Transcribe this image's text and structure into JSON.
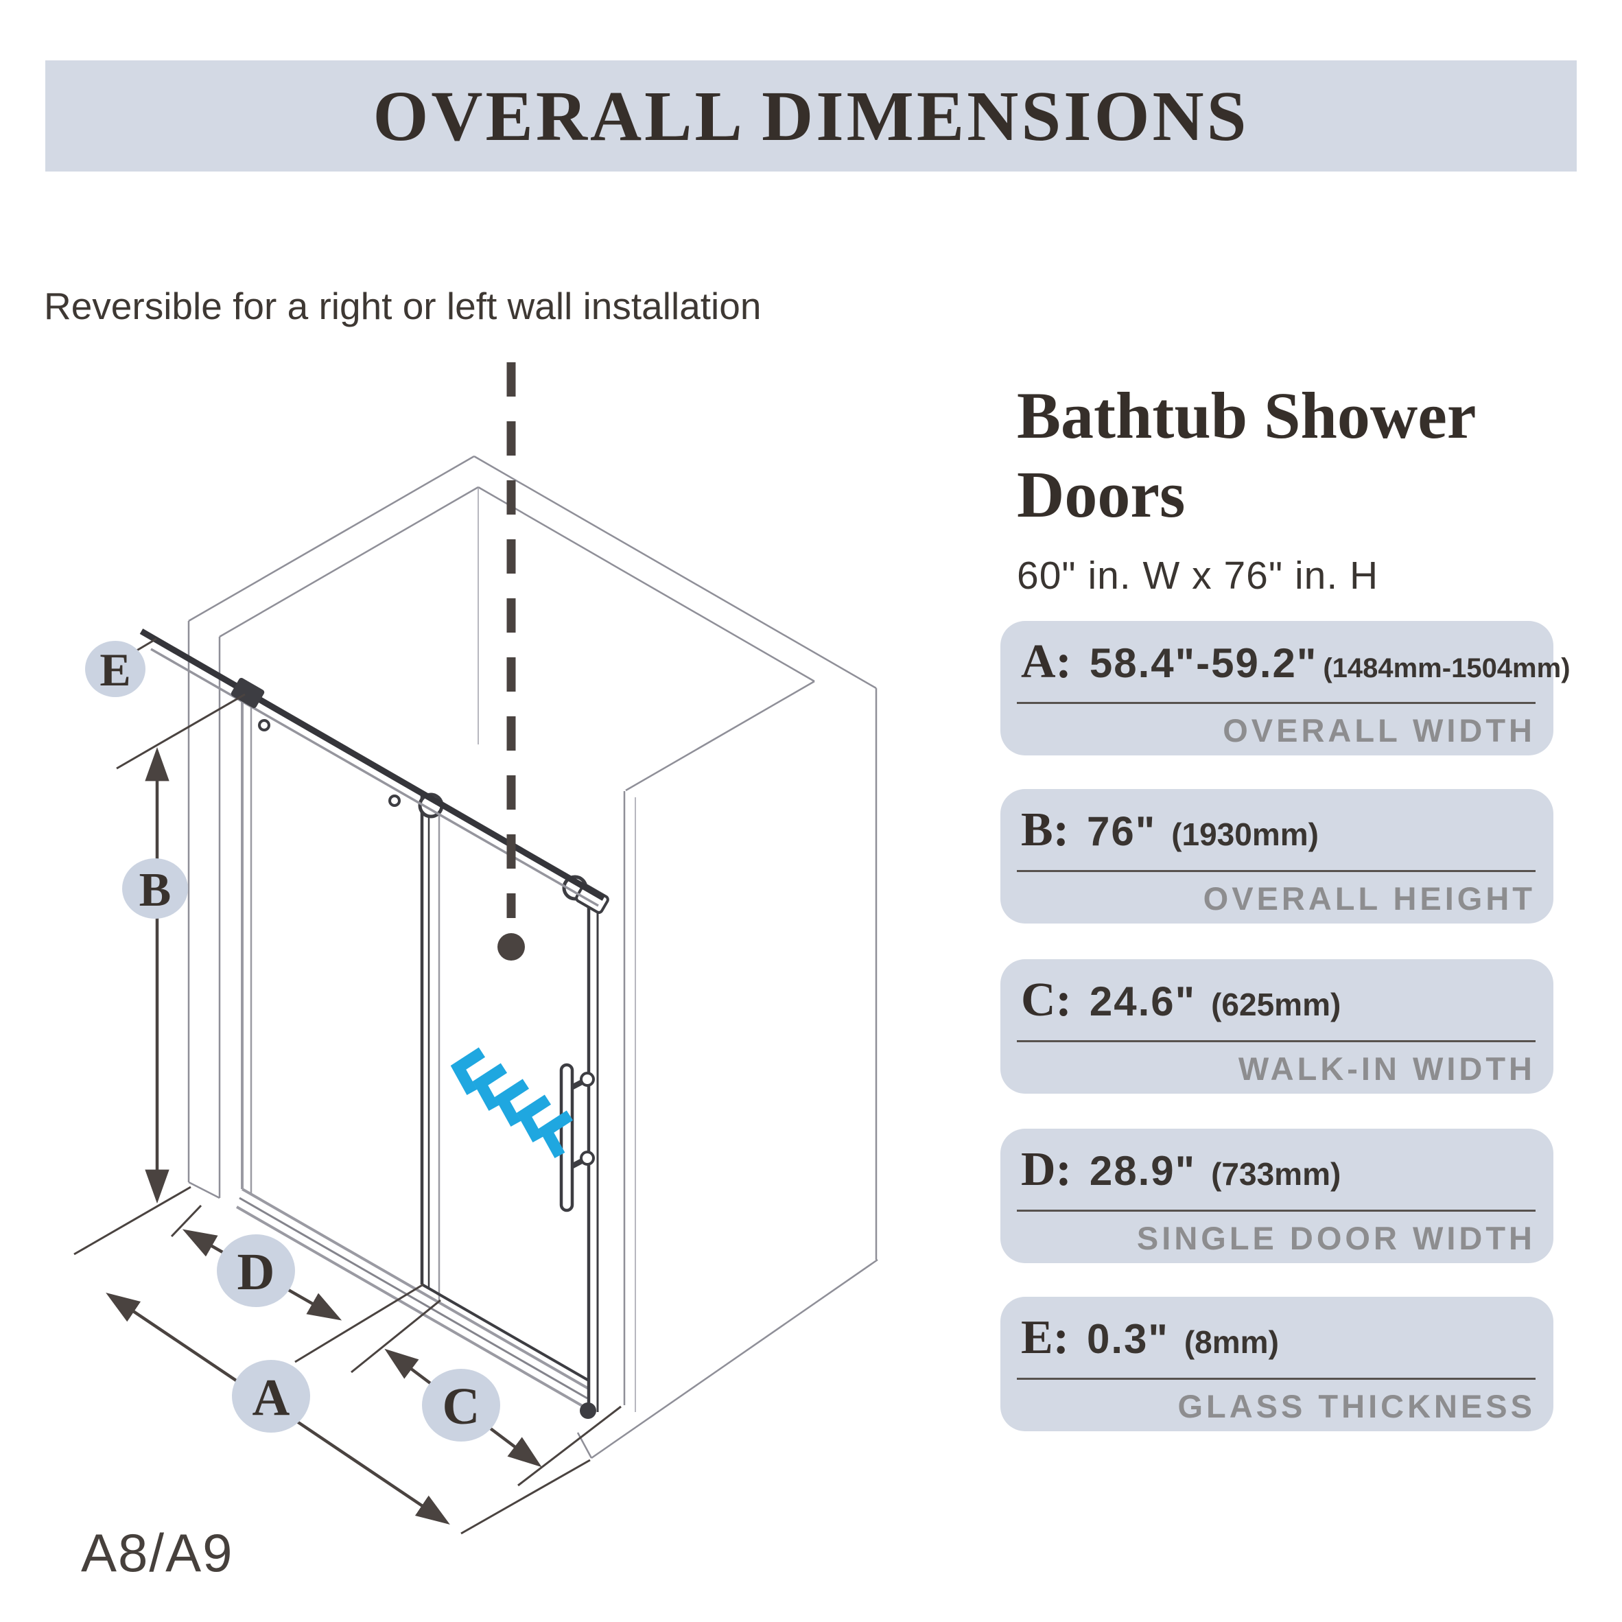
{
  "banner": {
    "title": "OVERALL DIMENSIONS"
  },
  "subtitle": "Reversible for a right or left wall installation",
  "product": {
    "title_line1": "Bathtub Shower",
    "title_line2": "Doors",
    "size": "60\" in. W x 76\" in. H"
  },
  "specs": [
    {
      "letter": "A:",
      "value": "58.4\"-59.2\"",
      "metric": "(1484mm-1504mm)",
      "label": "OVERALL WIDTH"
    },
    {
      "letter": "B:",
      "value": "76\"",
      "metric": "(1930mm)",
      "label": "OVERALL HEIGHT"
    },
    {
      "letter": "C:",
      "value": "24.6\"",
      "metric": "(625mm)",
      "label": "WALK-IN WIDTH"
    },
    {
      "letter": "D:",
      "value": "28.9\"",
      "metric": "(733mm)",
      "label": "SINGLE DOOR WIDTH"
    },
    {
      "letter": "E:",
      "value": "0.3\"",
      "metric": "(8mm)",
      "label": "GLASS THICKNESS"
    }
  ],
  "diagram": {
    "labels": {
      "A": "A",
      "B": "B",
      "C": "C",
      "D": "D",
      "E": "E"
    },
    "model": "A8/A9",
    "colors": {
      "accent_blue": "#1fa7e0",
      "panel_fill": "#d3d9e4",
      "ellipse_fill": "#cbd3e1",
      "line_dark": "#4a4340",
      "line_wall": "#8f8f98",
      "label_gray": "#8d8d8f"
    }
  }
}
